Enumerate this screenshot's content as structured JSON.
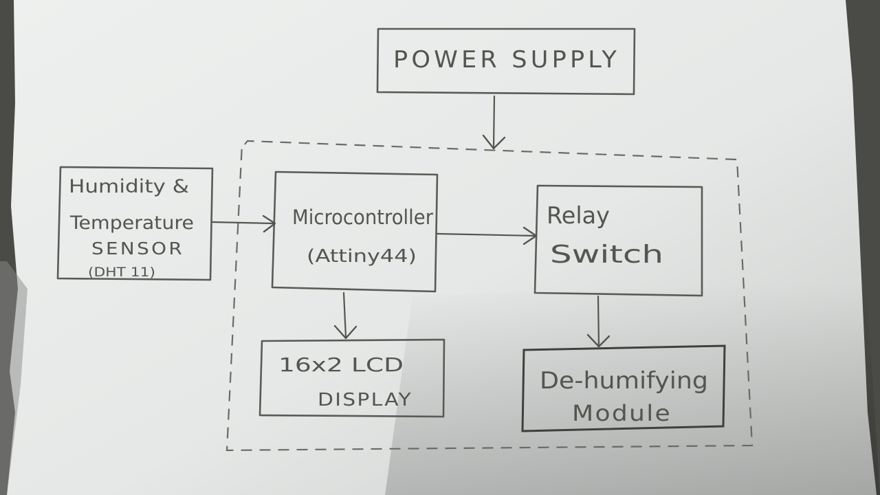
{
  "blocks": {
    "power_supply": {
      "label": "POWER SUPPLY"
    },
    "sensor": {
      "line1": "Humidity &",
      "line2": "Temperature",
      "line3": "SENSOR",
      "line4": "(DHT 11)"
    },
    "microcontroller": {
      "line1": "Microcontroller",
      "line2": "(Attiny44)"
    },
    "relay": {
      "line1": "Relay",
      "line2": "Switch"
    },
    "lcd": {
      "line1": "16x2 LCD",
      "line2": "DISPLAY"
    },
    "dehumidifier": {
      "line1": "De-humifying",
      "line2": "Module"
    }
  },
  "colors": {
    "paper": "#e9ebe9",
    "ink": "#55554f",
    "background": "#4a4a46"
  }
}
